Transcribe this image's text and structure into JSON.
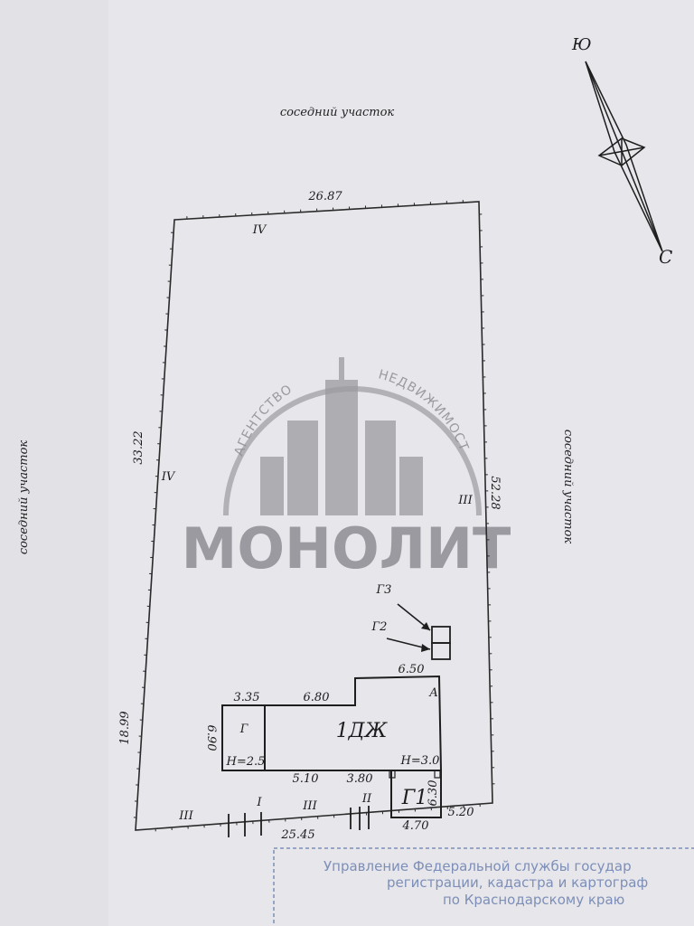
{
  "labels": {
    "top": "соседний участок",
    "left": "соседний участок",
    "right": "соседний участок"
  },
  "compass": {
    "north": "С",
    "south": "Ю"
  },
  "dimensions": {
    "top": "26.87",
    "left_upper": "33.22",
    "left_lower": "18.99",
    "right": "52.28",
    "bottom": "25.45",
    "bottom_right": "5.20",
    "house_top_right": "6.50",
    "house_top_mid": "6.80",
    "garage_top": "3.35",
    "garage_side": "6.90",
    "house_bottom_left": "5.10",
    "house_bottom_mid": "3.80",
    "g1_side": "6.30",
    "g1_bottom": "4.70"
  },
  "boundary_marks": {
    "top": "IV",
    "left": "IV",
    "right": "III",
    "bottom_left": "III",
    "bottom_i": "I",
    "bottom_mid": "III",
    "bottom_ii": "II"
  },
  "buildings": {
    "main": "1ДЖ",
    "main_height": "H=3.0",
    "letter_a": "А",
    "garage": "Г",
    "garage_height": "H=2.5",
    "g1": "Г1",
    "g2": "Г2",
    "g3": "Г3"
  },
  "watermark": {
    "brand": "МОНОЛИТ",
    "arc_left": "АГЕНТСТВО",
    "arc_right": "НЕДВИЖИМОСТИ"
  },
  "stamp": {
    "line1": "Управление Федеральной службы государ",
    "line2": "регистрации, кадастра и картограф",
    "line3": "по Краснодарскому краю"
  }
}
